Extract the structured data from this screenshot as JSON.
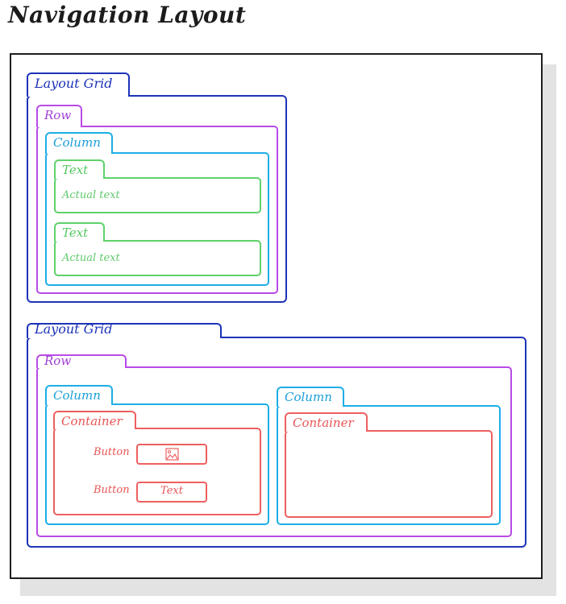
{
  "page": {
    "title": "Navigation Layout"
  },
  "grid1": {
    "label": "Layout Grid",
    "row": {
      "label": "Row",
      "column": {
        "label": "Column",
        "texts": [
          {
            "label": "Text",
            "content": "Actual text"
          },
          {
            "label": "Text",
            "content": "Actual text"
          }
        ]
      }
    }
  },
  "grid2": {
    "label": "Layout Grid",
    "row": {
      "label": "Row",
      "columns": [
        {
          "label": "Column",
          "container": {
            "label": "Container",
            "buttons": [
              {
                "label": "Button",
                "content_icon": "image-icon"
              },
              {
                "label": "Button",
                "content": "Text"
              }
            ]
          }
        },
        {
          "label": "Column",
          "container": {
            "label": "Container"
          }
        }
      ]
    }
  },
  "colors": {
    "layout_grid": "#1d33b8",
    "row": "#b94ae8",
    "column": "#1daee6",
    "text": "#5fd16b",
    "container": "#ee5f5f"
  }
}
